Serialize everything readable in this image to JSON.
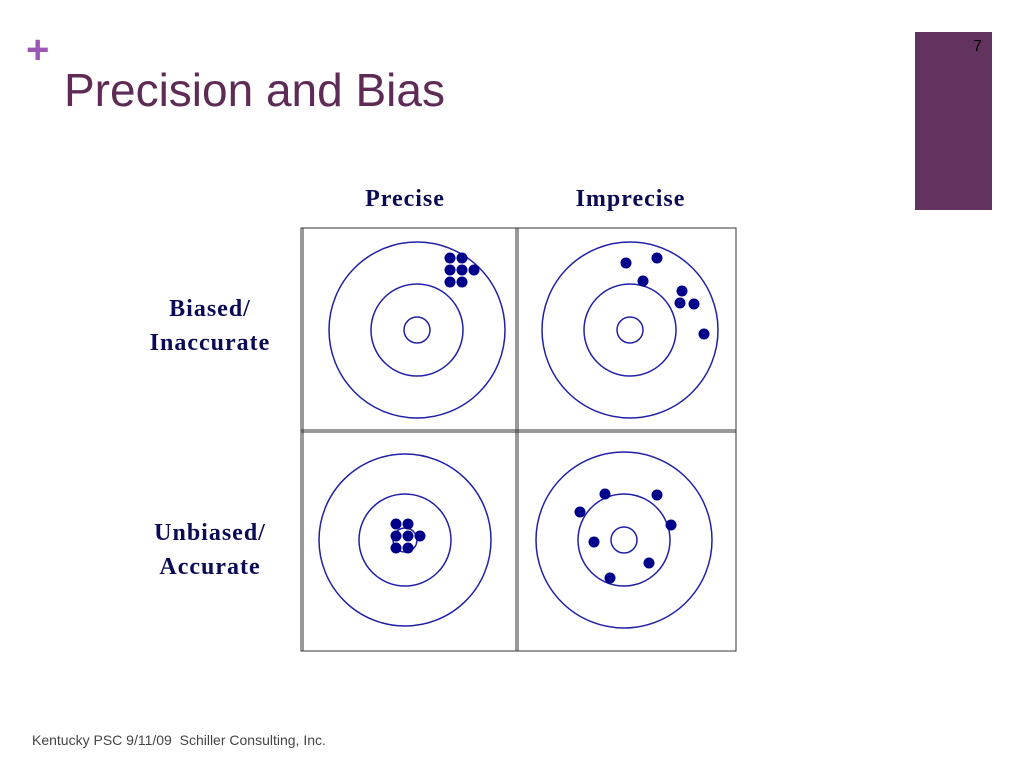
{
  "slide": {
    "plus_symbol": "+",
    "title": "Precision and Bias",
    "page_number": "7",
    "footer": "Kentucky PSC 9/11/09  Schiller Consulting, Inc."
  },
  "diagram": {
    "column_labels": [
      "Precise",
      "Imprecise"
    ],
    "row_labels": [
      [
        "Biased/",
        "Inaccurate"
      ],
      [
        "Unbiased/",
        "Accurate"
      ]
    ]
  },
  "colors": {
    "accent": "#9b59b6",
    "title_text": "#5e2a56",
    "page_box": "#63335f",
    "target_ring": "#2020a8",
    "hit_dot": "#00008b",
    "label_text": "#0a0a55"
  }
}
